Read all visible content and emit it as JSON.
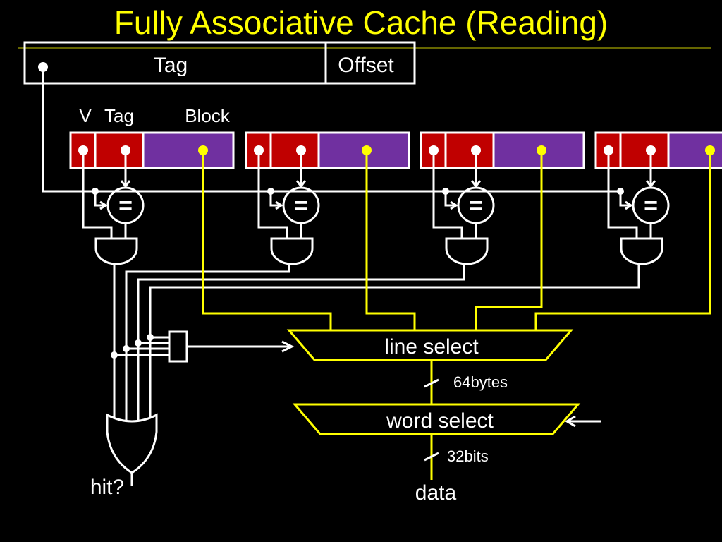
{
  "title": "Fully Associative Cache (Reading)",
  "address": {
    "tag_label": "Tag",
    "offset_label": "Offset"
  },
  "column_labels": {
    "valid": "V",
    "tag": "Tag",
    "block": "Block"
  },
  "comparator_symbol": "=",
  "line_select": {
    "label": "line select"
  },
  "word_select": {
    "label": "word select"
  },
  "bus_widths": {
    "line_to_word": "64bytes",
    "word_to_data": "32bits"
  },
  "outputs": {
    "hit": "hit?",
    "data": "data"
  },
  "colors": {
    "title": "#ffff00",
    "wire_white": "#ffffff",
    "wire_yellow": "#ffff00",
    "valid_tag_fill": "#c00000",
    "block_fill": "#7030a0",
    "background": "#000000"
  },
  "cache_lines": [
    {
      "name": "line-1"
    },
    {
      "name": "line-2"
    },
    {
      "name": "line-3"
    },
    {
      "name": "line-4"
    }
  ]
}
